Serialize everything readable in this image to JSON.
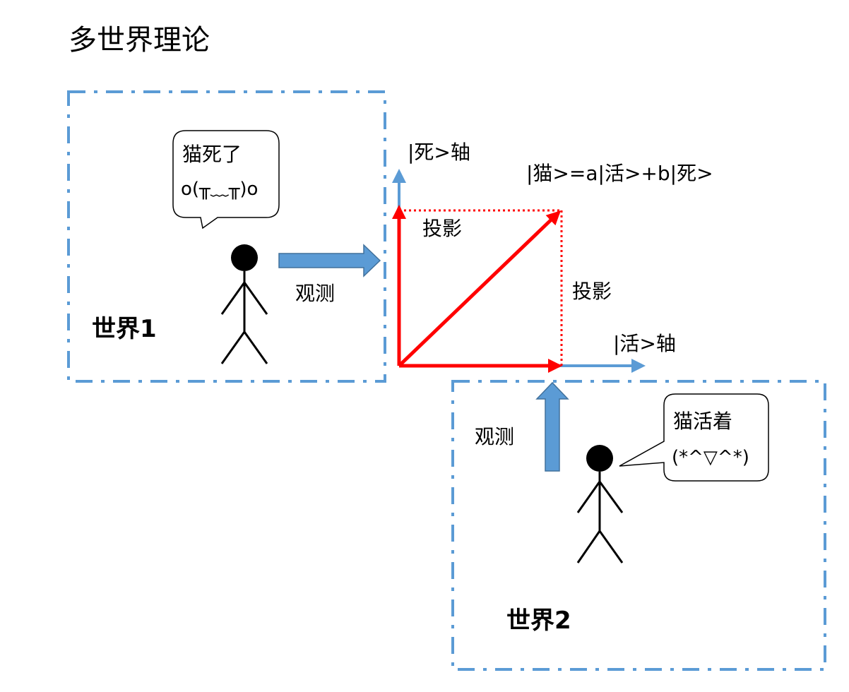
{
  "title": "多世界理论",
  "colors": {
    "frame": "#5b9bd5",
    "vector": "#ff0000",
    "axis": "#5b9bd5",
    "observe_arrow": "#5b9bd5",
    "arrow_outline": "#41719c"
  },
  "world1": {
    "label": "世界1",
    "bubble_line1": "猫死了",
    "bubble_line2": "o(╥﹏╥)o",
    "observe_label": "观测"
  },
  "world2": {
    "label": "世界2",
    "bubble_line1": "猫活着",
    "bubble_line2": "(*^▽^*)",
    "observe_label": "观测"
  },
  "axes": {
    "dead_axis": "|死>轴",
    "alive_axis": "|活>轴"
  },
  "state_label": "|猫>=a|活>+b|死>",
  "projection_label_top": "投影",
  "projection_label_right": "投影"
}
